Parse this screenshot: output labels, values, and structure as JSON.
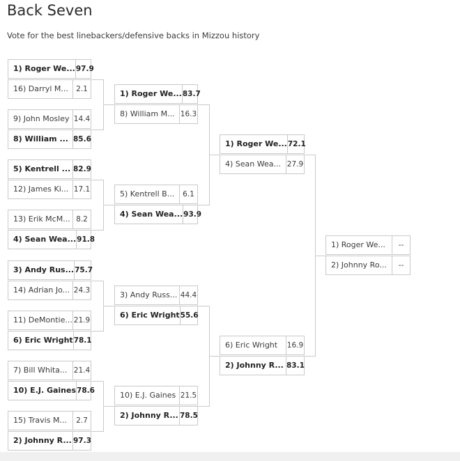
{
  "page": {
    "title": "Back Seven",
    "subtitle": "Vote for the best linebackers/defensive backs in Mizzou history"
  },
  "bracket": {
    "r1": [
      {
        "a": {
          "name": "1) Roger We...",
          "score": "97.9",
          "win": true
        },
        "b": {
          "name": "16) Darryl M...",
          "score": "2.1",
          "win": false
        }
      },
      {
        "a": {
          "name": "9) John Mosley",
          "score": "14.4",
          "win": false
        },
        "b": {
          "name": "8) William ...",
          "score": "85.6",
          "win": true
        }
      },
      {
        "a": {
          "name": "5) Kentrell ...",
          "score": "82.9",
          "win": true
        },
        "b": {
          "name": "12) James Ki...",
          "score": "17.1",
          "win": false
        }
      },
      {
        "a": {
          "name": "13) Erik McM...",
          "score": "8.2",
          "win": false
        },
        "b": {
          "name": "4) Sean Wea...",
          "score": "91.8",
          "win": true
        }
      },
      {
        "a": {
          "name": "3) Andy Rus...",
          "score": "75.7",
          "win": true
        },
        "b": {
          "name": "14) Adrian Jo...",
          "score": "24.3",
          "win": false
        }
      },
      {
        "a": {
          "name": "11) DeMontie...",
          "score": "21.9",
          "win": false
        },
        "b": {
          "name": "6) Eric Wright",
          "score": "78.1",
          "win": true
        }
      },
      {
        "a": {
          "name": "7) Bill Whita...",
          "score": "21.4",
          "win": false
        },
        "b": {
          "name": "10) E.J. Gaines",
          "score": "78.6",
          "win": true
        }
      },
      {
        "a": {
          "name": "15) Travis M...",
          "score": "2.7",
          "win": false
        },
        "b": {
          "name": "2) Johnny R...",
          "score": "97.3",
          "win": true
        }
      }
    ],
    "r2": [
      {
        "a": {
          "name": "1) Roger We...",
          "score": "83.7",
          "win": true
        },
        "b": {
          "name": "8) William M...",
          "score": "16.3",
          "win": false
        }
      },
      {
        "a": {
          "name": "5) Kentrell B...",
          "score": "6.1",
          "win": false
        },
        "b": {
          "name": "4) Sean Wea...",
          "score": "93.9",
          "win": true
        }
      },
      {
        "a": {
          "name": "3) Andy Russ...",
          "score": "44.4",
          "win": false
        },
        "b": {
          "name": "6) Eric Wright",
          "score": "55.6",
          "win": true
        }
      },
      {
        "a": {
          "name": "10) E.J. Gaines",
          "score": "21.5",
          "win": false
        },
        "b": {
          "name": "2) Johnny R...",
          "score": "78.5",
          "win": true
        }
      }
    ],
    "r3": [
      {
        "a": {
          "name": "1) Roger We...",
          "score": "72.1",
          "win": true
        },
        "b": {
          "name": "4) Sean Wea...",
          "score": "27.9",
          "win": false
        }
      },
      {
        "a": {
          "name": "6) Eric Wright",
          "score": "16.9",
          "win": false
        },
        "b": {
          "name": "2) Johnny R...",
          "score": "83.1",
          "win": true
        }
      }
    ],
    "final": [
      {
        "a": {
          "name": "1) Roger We...",
          "score": "--",
          "win": false
        },
        "b": {
          "name": "2) Johnny Ro...",
          "score": "--",
          "win": false
        }
      }
    ]
  }
}
